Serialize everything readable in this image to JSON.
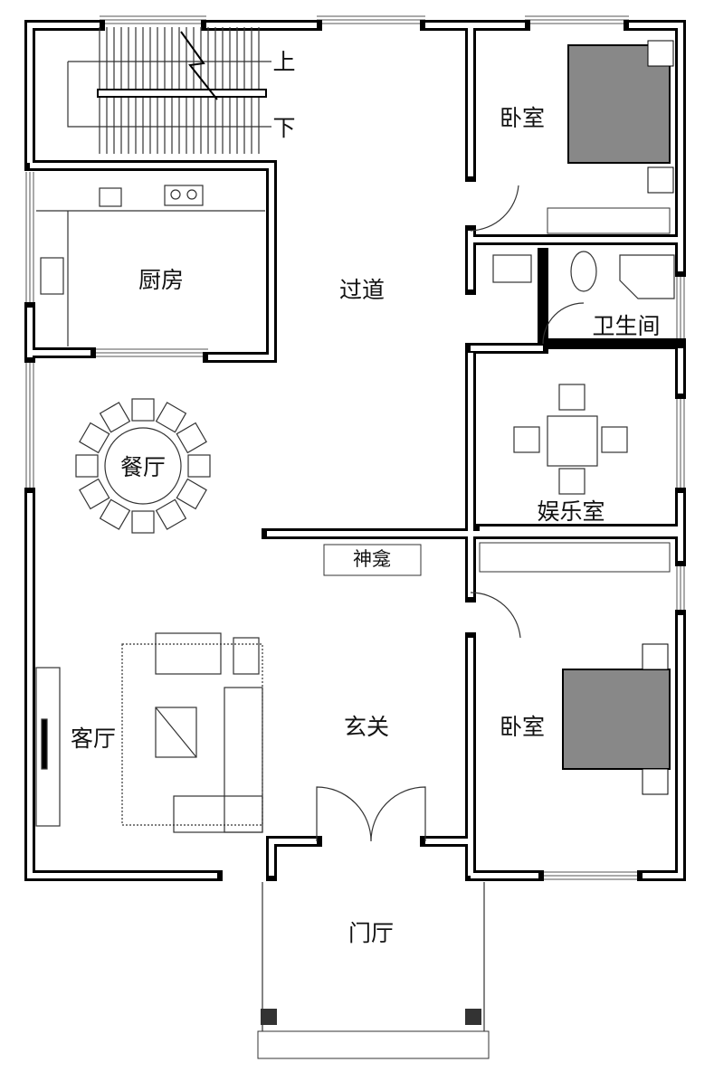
{
  "title": "Floor plan",
  "rooms": {
    "stair_up": "上",
    "stair_down": "下",
    "bedroom_top": "卧室",
    "kitchen": "厨房",
    "corridor": "过道",
    "bathroom": "卫生间",
    "dining": "餐厅",
    "entertainment": "娱乐室",
    "shrine": "神龛",
    "living": "客厅",
    "foyer": "玄关",
    "bedroom_bottom": "卧室",
    "entrance_hall": "门厅"
  },
  "colors": {
    "wall": "#000000",
    "background": "#ffffff"
  }
}
